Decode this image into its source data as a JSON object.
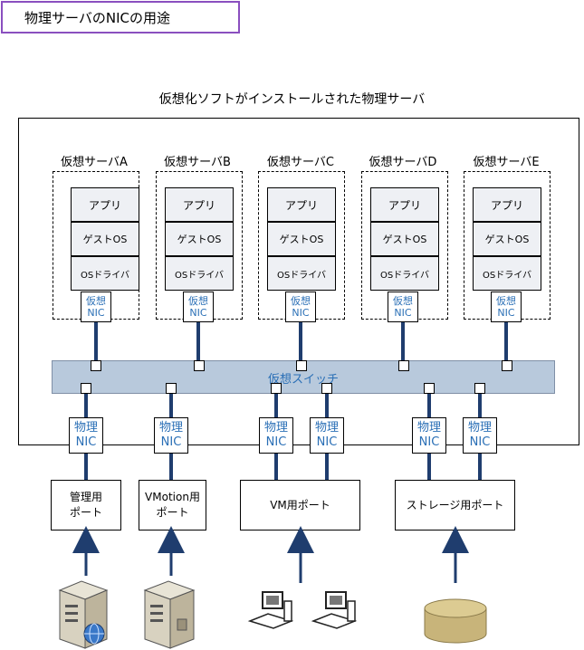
{
  "title": "物理サーバのNICの用途",
  "host_caption": "仮想化ソフトがインストールされた物理サーバ",
  "vms": [
    {
      "label": "仮想サーバA"
    },
    {
      "label": "仮想サーバB"
    },
    {
      "label": "仮想サーバC"
    },
    {
      "label": "仮想サーバD"
    },
    {
      "label": "仮想サーバE"
    }
  ],
  "stack": {
    "app": "アプリ",
    "os": "ゲストOS",
    "driver": "OSドライバ",
    "vnic_line1": "仮想",
    "vnic_line2": "NIC"
  },
  "vswitch_label": "仮想スイッチ",
  "pnic": {
    "line1": "物理",
    "line2": "NIC"
  },
  "ports": {
    "mgmt_line1": "管理用",
    "mgmt_line2": "ポート",
    "vmotion_line1": "VMotion用",
    "vmotion_line2": "ポート",
    "vm": "VM用ポート",
    "storage": "ストレージ用ポート"
  },
  "icons": [
    "server-globe-icon",
    "server-icon",
    "pc-icon",
    "pc-icon",
    "storage-disk-icon"
  ],
  "colors": {
    "accent_text": "#2a6fb6",
    "line": "#1f3d6e",
    "switch": "#b8c9dc",
    "frame": "#8a4fbf",
    "disk": "#c8b47a"
  }
}
